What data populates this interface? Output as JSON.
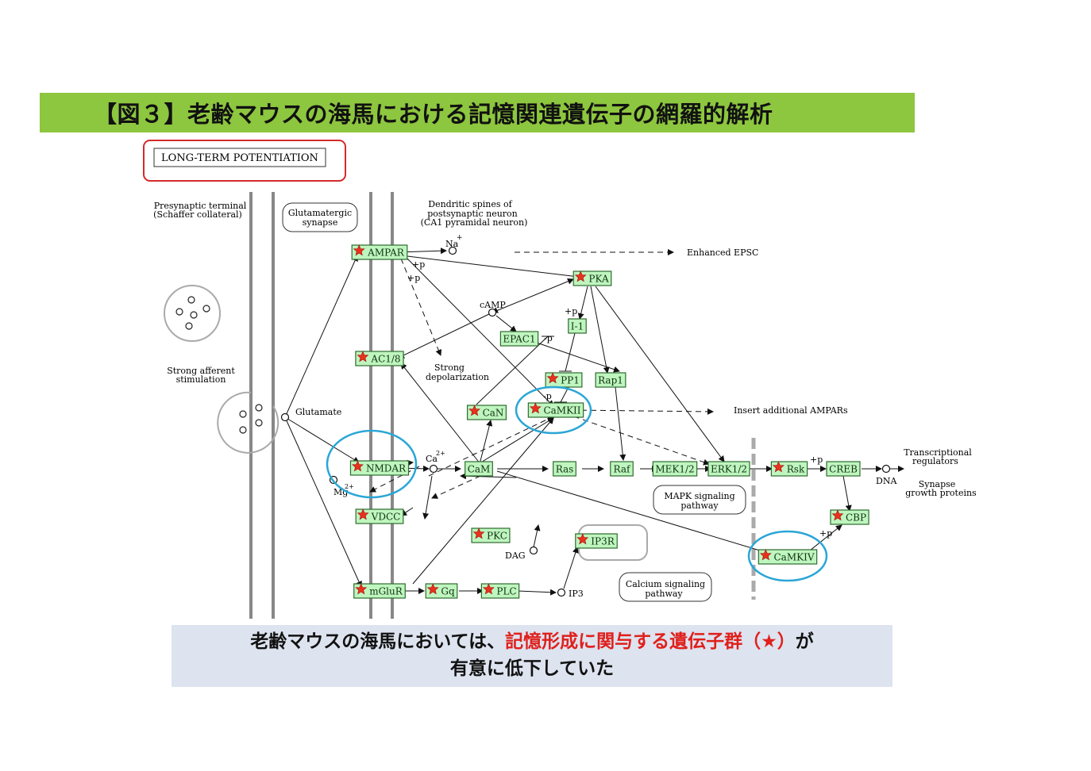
{
  "title": "【図３】老齢マウスの海馬における記憶関連遺伝子の網羅的解析",
  "pathway_title": "LONG-TERM POTENTIATION",
  "labels": {
    "presynaptic": [
      "Presynaptic terminal",
      "(Schaffer collateral)"
    ],
    "synapse": [
      "Glutamatergic",
      "synapse"
    ],
    "dendritic": [
      "Dendritic spines of",
      "postsynaptic neuron",
      "(CA1 pyramidal neuron)"
    ],
    "stimulation": [
      "Strong afferent",
      "stimulation"
    ],
    "depolarization": [
      "Strong",
      "depolarization"
    ],
    "enhanced_epsc": "Enhanced EPSC",
    "insert_ampars": "Insert additional AMPARs",
    "transcriptional": [
      "Transcriptional",
      "regulators"
    ],
    "synapse_growth": [
      "Synapse",
      "growth proteins"
    ],
    "mapk": [
      "MAPK signaling",
      "pathway"
    ],
    "calcium": [
      "Calcium signaling",
      "pathway"
    ],
    "glutamate": "Glutamate",
    "na": "Na",
    "camp": "cAMP",
    "ca": "Ca",
    "mg": "Mg",
    "dag": "DAG",
    "ip3": "IP3",
    "dna": "DNA",
    "plus_p": "+p",
    "minus_p": "-p",
    "plus": "+",
    "two_plus": "2+"
  },
  "nodes": [
    {
      "id": "AMPAR",
      "label": "AMPAR",
      "star": true
    },
    {
      "id": "PKA",
      "label": "PKA",
      "star": true
    },
    {
      "id": "I1",
      "label": "I-1",
      "star": false
    },
    {
      "id": "EPAC1",
      "label": "EPAC1",
      "star": false
    },
    {
      "id": "AC18",
      "label": "AC1/8",
      "star": true
    },
    {
      "id": "PP1",
      "label": "PP1",
      "star": true
    },
    {
      "id": "Rap1",
      "label": "Rap1",
      "star": false
    },
    {
      "id": "CaN",
      "label": "CaN",
      "star": true
    },
    {
      "id": "CaMKII",
      "label": "CaMKII",
      "star": true
    },
    {
      "id": "NMDAR",
      "label": "NMDAR",
      "star": true
    },
    {
      "id": "CaM",
      "label": "CaM",
      "star": false
    },
    {
      "id": "Ras",
      "label": "Ras",
      "star": false
    },
    {
      "id": "Raf",
      "label": "Raf",
      "star": false
    },
    {
      "id": "MEK12",
      "label": "MEK1/2",
      "star": false
    },
    {
      "id": "ERK12",
      "label": "ERK1/2",
      "star": false
    },
    {
      "id": "Rsk",
      "label": "Rsk",
      "star": true
    },
    {
      "id": "CREB",
      "label": "CREB",
      "star": false
    },
    {
      "id": "CBP",
      "label": "CBP",
      "star": true
    },
    {
      "id": "CaMKIV",
      "label": "CaMKIV",
      "star": true
    },
    {
      "id": "VDCC",
      "label": "VDCC",
      "star": true
    },
    {
      "id": "PKC",
      "label": "PKC",
      "star": true
    },
    {
      "id": "IP3R",
      "label": "IP3R",
      "star": true
    },
    {
      "id": "mGluR",
      "label": "mGluR",
      "star": true
    },
    {
      "id": "Gq",
      "label": "Gq",
      "star": true
    },
    {
      "id": "PLC",
      "label": "PLC",
      "star": true
    }
  ],
  "highlighted": [
    "NMDAR",
    "CaMKII",
    "CaMKIV"
  ],
  "caption": {
    "line1_a": "老齢マウスの海馬においては、",
    "line1_b": "記憶形成に関与する遺伝子群（★）",
    "line1_c": "が",
    "line2": "有意に低下していた"
  },
  "colors": {
    "banner": "#8dc63f",
    "node_fill": "#bff5bf",
    "node_stroke": "#2f6b2f",
    "star": "#e8321c",
    "highlight": "#2aa6d6",
    "caption_bg": "#dde3ef",
    "caption_red": "#e0201c"
  }
}
